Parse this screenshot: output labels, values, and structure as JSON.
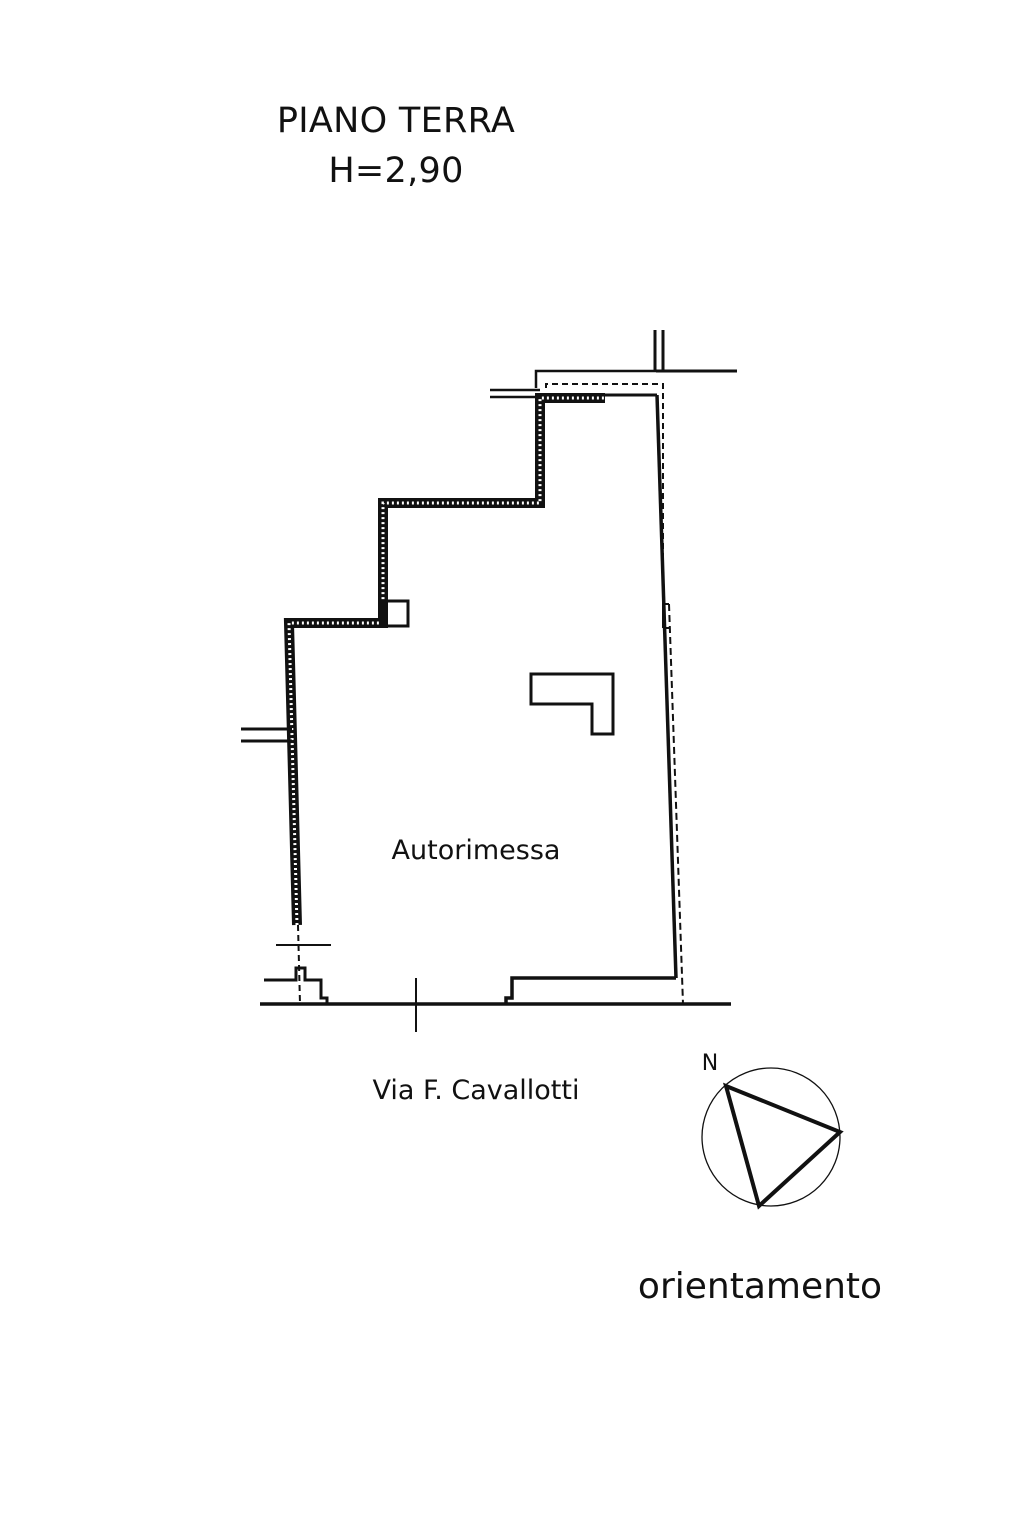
{
  "header": {
    "floor_name": "PIANO TERRA",
    "ceiling_height": "H=2,90"
  },
  "plan": {
    "room_label": "Autorimessa",
    "street_label": "Via F. Cavallotti"
  },
  "compass": {
    "north_label": "N",
    "caption": "orientamento"
  }
}
